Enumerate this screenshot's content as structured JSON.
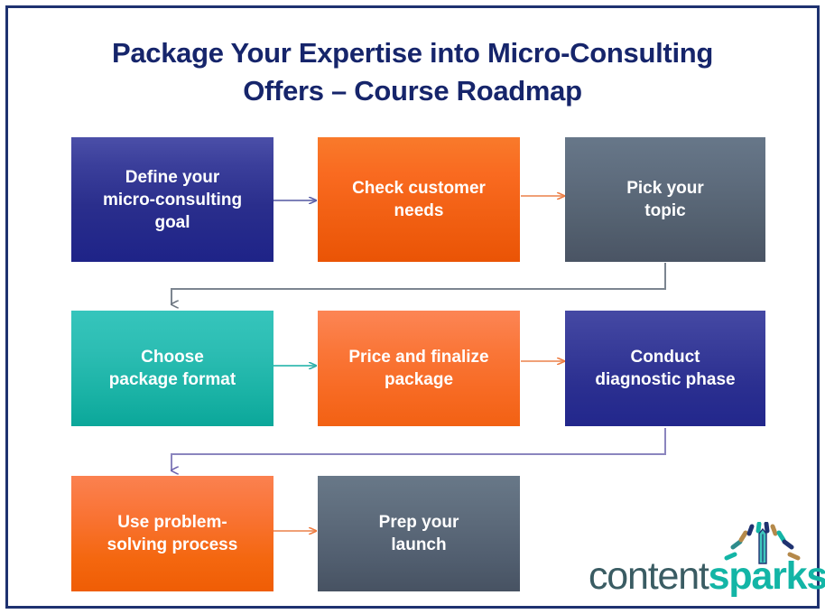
{
  "slide": {
    "title_line1": "Package Your Expertise into Micro-Consulting",
    "title_line2": "Offers – Course Roadmap",
    "frame_color": "#1F3270",
    "background": "#FFFFFF"
  },
  "steps": [
    {
      "id": "step-1",
      "order": 1,
      "row": 1,
      "lines": [
        "Define your",
        "micro-consulting",
        "goal"
      ],
      "text": "Define your micro-consulting goal",
      "color_start": "#4B4FA8",
      "color_end": "#1E2388",
      "style": "g-navy"
    },
    {
      "id": "step-2",
      "order": 2,
      "row": 1,
      "lines": [
        "Check customer",
        "needs"
      ],
      "text": "Check customer needs",
      "color_start": "#F97A2B",
      "color_end": "#EA5405",
      "style": "g-orange"
    },
    {
      "id": "step-3",
      "order": 3,
      "row": 1,
      "lines": [
        "Pick your",
        "topic"
      ],
      "text": "Pick your topic",
      "color_start": "#677789",
      "color_end": "#4A5464",
      "style": "g-slate"
    },
    {
      "id": "step-4",
      "order": 4,
      "row": 2,
      "lines": [
        "Choose",
        "package format"
      ],
      "text": "Choose package format",
      "color_start": "#36C5BC",
      "color_end": "#0BA79A",
      "style": "g-teal"
    },
    {
      "id": "step-5",
      "order": 5,
      "row": 2,
      "lines": [
        "Price and finalize",
        "package"
      ],
      "text": "Price and finalize package",
      "color_start": "#FC8555",
      "color_end": "#F26113",
      "style": "g-orange2"
    },
    {
      "id": "step-6",
      "order": 6,
      "row": 2,
      "lines": [
        "Conduct",
        "diagnostic phase"
      ],
      "text": "Conduct diagnostic phase",
      "color_start": "#4549A4",
      "color_end": "#22278C",
      "style": "g-navy2"
    },
    {
      "id": "step-7",
      "order": 7,
      "row": 3,
      "lines": [
        "Use problem-",
        "solving process"
      ],
      "text": "Use problem-solving process",
      "color_start": "#FB8150",
      "color_end": "#EF5D05",
      "style": "g-orange3"
    },
    {
      "id": "step-8",
      "order": 8,
      "row": 3,
      "lines": [
        "Prep your",
        "launch"
      ],
      "text": "Prep your launch",
      "color_start": "#687888",
      "color_end": "#475262",
      "style": "g-slate2"
    }
  ],
  "connectors": [
    {
      "id": "arrow-1-2",
      "from": "step-1",
      "to": "step-2",
      "color": "#7D81B8",
      "kind": "straight"
    },
    {
      "id": "arrow-2-3",
      "from": "step-2",
      "to": "step-3",
      "color": "#F0A077",
      "kind": "straight"
    },
    {
      "id": "elbow-3-4",
      "from": "step-3",
      "to": "step-4",
      "color": "#7C8590",
      "kind": "elbow"
    },
    {
      "id": "arrow-4-5",
      "from": "step-4",
      "to": "step-5",
      "color": "#4FC3BB",
      "kind": "straight"
    },
    {
      "id": "arrow-5-6",
      "from": "step-5",
      "to": "step-6",
      "color": "#F0A077",
      "kind": "straight"
    },
    {
      "id": "elbow-6-7",
      "from": "step-6",
      "to": "step-7",
      "color": "#8B85BE",
      "kind": "elbow"
    },
    {
      "id": "arrow-7-8",
      "from": "step-7",
      "to": "step-8",
      "color": "#F0A077",
      "kind": "straight"
    }
  ],
  "logo": {
    "word1": "content",
    "word2": "sparks",
    "word1_color": "#3A5C63",
    "word2_color": "#13B5A6",
    "burst_colors": [
      "#13B5A6",
      "#1F3270",
      "#B5894A",
      "#2E8C8C"
    ]
  }
}
